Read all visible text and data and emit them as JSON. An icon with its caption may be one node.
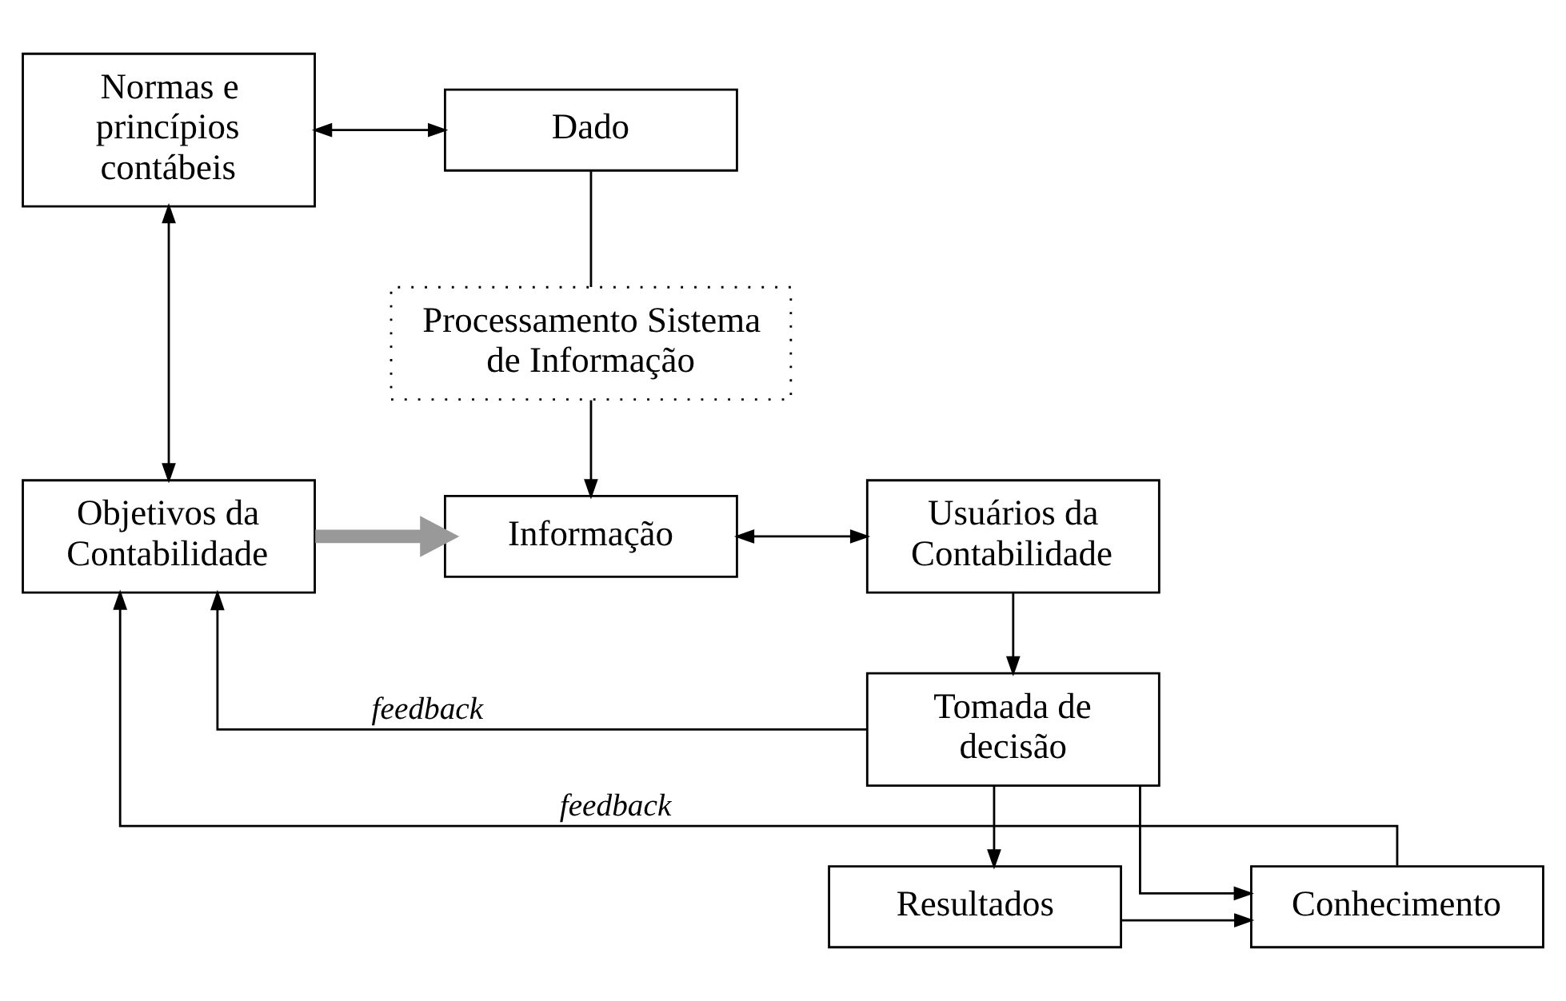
{
  "diagram": {
    "nodes": [
      {
        "text": [
          "Normas e princípios contábeis"
        ]
      },
      {
        "text": [
          "Dado"
        ]
      },
      {
        "text": [
          "Processamento Sistema de Informação"
        ]
      },
      {
        "text": [
          "Objetivos da Contabilidade"
        ]
      },
      {
        "text": [
          "Informação"
        ]
      },
      {
        "text": [
          "Usuários da Contabilidade"
        ]
      },
      {
        "text": [
          "Tomada de decisão"
        ]
      },
      {
        "text": [
          "Resultados"
        ]
      },
      {
        "text": [
          "Conhecimento"
        ]
      }
    ],
    "edges": [
      {
        "from": 0,
        "to": 1,
        "arrow": "both"
      },
      {
        "from": 0,
        "to": 3,
        "arrow": "both"
      },
      {
        "from": 1,
        "to": 2,
        "arrow": "none"
      },
      {
        "from": 2,
        "to": 4,
        "arrow": "to"
      },
      {
        "from": 3,
        "to": 4,
        "arrow": "to",
        "style": "thick",
        "color": "#999999"
      },
      {
        "from": 4,
        "to": 5,
        "arrow": "both"
      },
      {
        "from": 5,
        "to": 6,
        "arrow": "to"
      },
      {
        "from": 6,
        "to": 3,
        "arrow": "to",
        "label": "feedback"
      },
      {
        "from": 6,
        "to": 8,
        "arrow": "to"
      },
      {
        "from": 6,
        "to": 7,
        "arrow": "to"
      },
      {
        "from": 7,
        "to": 8,
        "arrow": "to"
      },
      {
        "from": 8,
        "to": 3,
        "arrow": "to",
        "label": "feedback"
      }
    ]
  }
}
